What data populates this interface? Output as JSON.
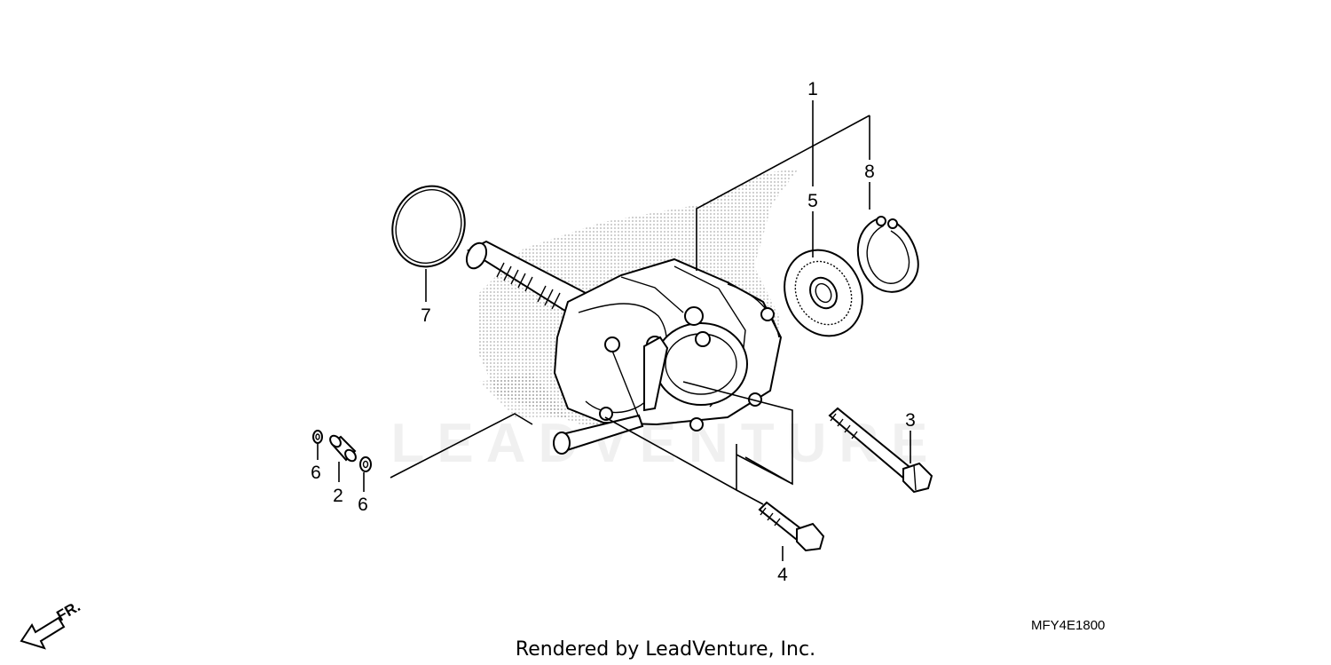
{
  "callouts": {
    "c1": "1",
    "c2": "2",
    "c3": "3",
    "c4": "4",
    "c5": "5",
    "c6a": "6",
    "c6b": "6",
    "c7": "7",
    "c8": "8"
  },
  "diagram_code": "MFY4E1800",
  "direction_label": "FR.",
  "credit": "Rendered by LeadVenture, Inc.",
  "watermark": "LEADVENTURE",
  "colors": {
    "line": "#000000",
    "background": "#ffffff",
    "shading": "#9a9a9a"
  }
}
